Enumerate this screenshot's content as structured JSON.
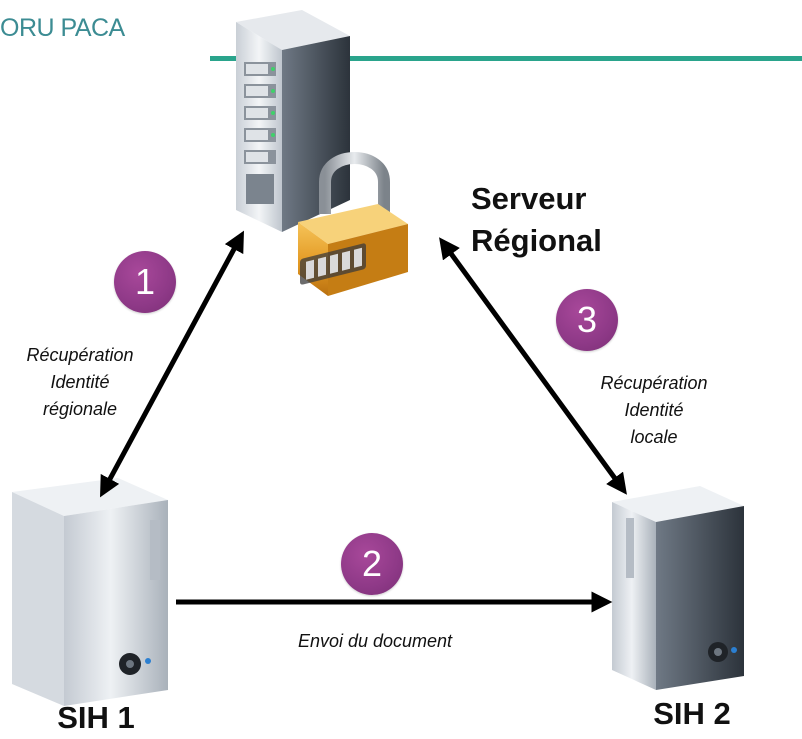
{
  "header": {
    "brand": "ORU PACA",
    "accent_line_color": "#2aa48c"
  },
  "server": {
    "title_line1": "Serveur",
    "title_line2": "Régional",
    "lock": "padlock-icon"
  },
  "nodes": {
    "sih1": "SIH 1",
    "sih2": "SIH 2"
  },
  "steps": [
    {
      "number": "1",
      "caption_lines": [
        "Récupération",
        "Identité",
        "régionale"
      ]
    },
    {
      "number": "2",
      "caption_lines": [
        "Envoi du document"
      ]
    },
    {
      "number": "3",
      "caption_lines": [
        "Récupération",
        "Identité",
        "locale"
      ]
    }
  ],
  "colors": {
    "step_badge": "#8e3987",
    "arrow": "#000000"
  }
}
